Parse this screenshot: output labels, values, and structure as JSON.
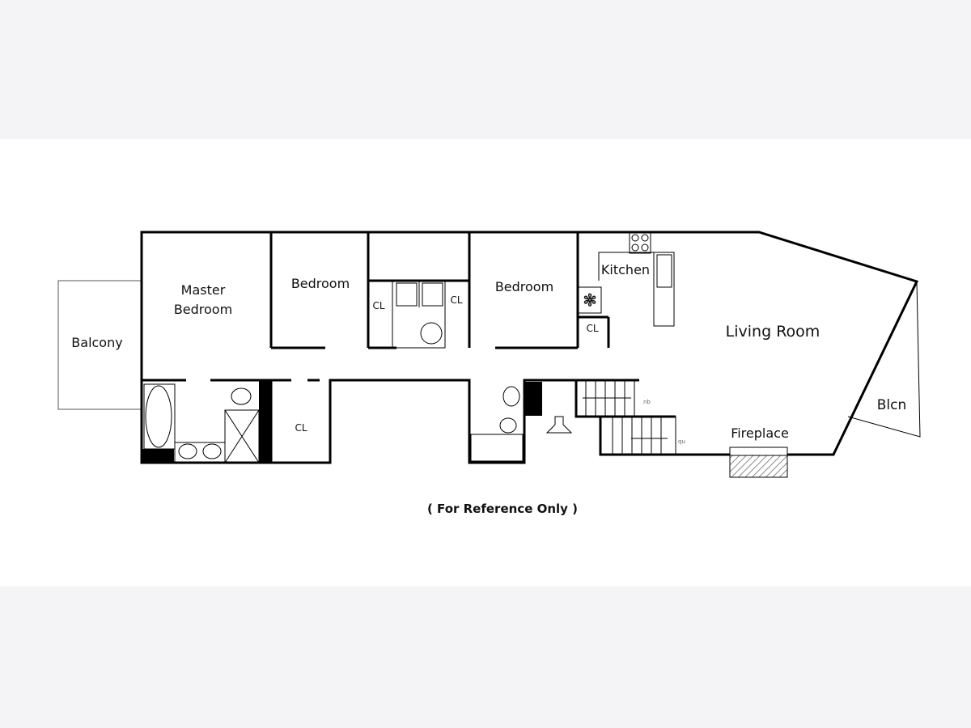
{
  "rooms": {
    "balcony": "Balcony",
    "master_bedroom_line1": "Master",
    "master_bedroom_line2": "Bedroom",
    "bedroom_1": "Bedroom",
    "bedroom_2": "Bedroom",
    "closet_1": "CL",
    "closet_2": "CL",
    "closet_3": "CL",
    "closet_kitchen": "CL",
    "kitchen": "Kitchen",
    "living_room": "Living Room",
    "balcony_small": "Blcn",
    "fireplace": "Fireplace"
  },
  "stairs": {
    "down_label": "nb",
    "up_label": "qu"
  },
  "footnote": "( For Reference Only )",
  "colors": {
    "page_band": "#f4f4f6",
    "plan_bg": "#ffffff",
    "wall": "#000000"
  }
}
